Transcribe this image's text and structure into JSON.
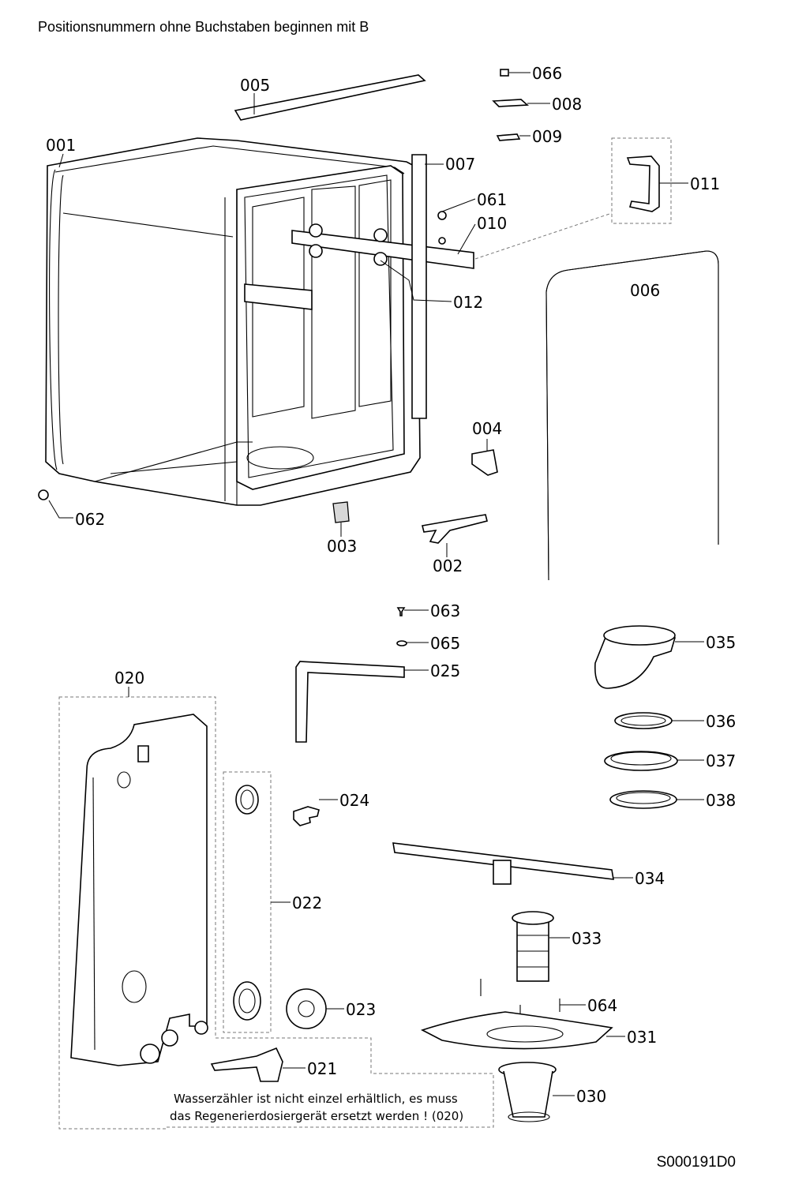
{
  "header": {
    "note": "Positionsnummern ohne Buchstaben beginnen mit B"
  },
  "parts": [
    {
      "id": "p001",
      "label": "001"
    },
    {
      "id": "p002",
      "label": "002"
    },
    {
      "id": "p003",
      "label": "003"
    },
    {
      "id": "p004",
      "label": "004"
    },
    {
      "id": "p005",
      "label": "005"
    },
    {
      "id": "p006",
      "label": "006"
    },
    {
      "id": "p007",
      "label": "007"
    },
    {
      "id": "p008",
      "label": "008"
    },
    {
      "id": "p009",
      "label": "009"
    },
    {
      "id": "p010",
      "label": "010"
    },
    {
      "id": "p011",
      "label": "011"
    },
    {
      "id": "p012",
      "label": "012"
    },
    {
      "id": "p020",
      "label": "020"
    },
    {
      "id": "p021",
      "label": "021"
    },
    {
      "id": "p022",
      "label": "022"
    },
    {
      "id": "p023",
      "label": "023"
    },
    {
      "id": "p024",
      "label": "024"
    },
    {
      "id": "p025",
      "label": "025"
    },
    {
      "id": "p030",
      "label": "030"
    },
    {
      "id": "p031",
      "label": "031"
    },
    {
      "id": "p033",
      "label": "033"
    },
    {
      "id": "p034",
      "label": "034"
    },
    {
      "id": "p035",
      "label": "035"
    },
    {
      "id": "p036",
      "label": "036"
    },
    {
      "id": "p037",
      "label": "037"
    },
    {
      "id": "p038",
      "label": "038"
    },
    {
      "id": "p061",
      "label": "061"
    },
    {
      "id": "p062",
      "label": "062"
    },
    {
      "id": "p063",
      "label": "063"
    },
    {
      "id": "p064",
      "label": "064"
    },
    {
      "id": "p065",
      "label": "065"
    },
    {
      "id": "p066",
      "label": "066"
    }
  ],
  "note": {
    "line1": "Wasserzähler ist nicht einzel erhältlich, es muss",
    "line2": "das Regenerierdosiergerät ersetzt werden ! (020)"
  },
  "footer": {
    "code": "S000191D0"
  }
}
